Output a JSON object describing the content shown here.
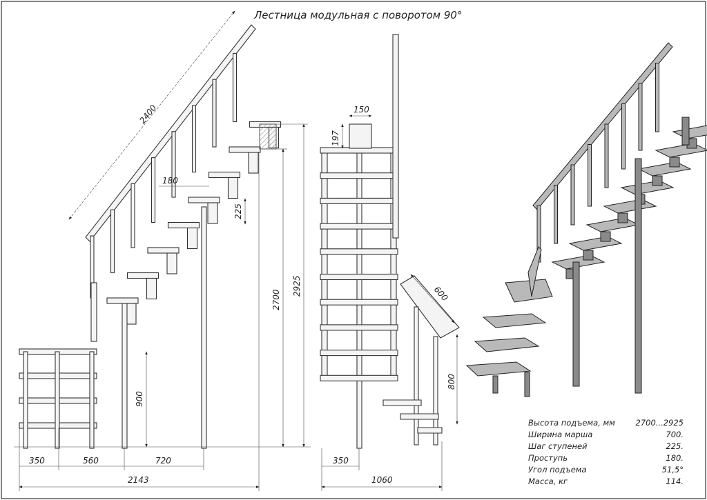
{
  "title": "Лестница модульная с поворотом 90°",
  "side_view": {
    "dims": {
      "rail_length": "2400",
      "tread_depth": "180",
      "step_height": "225",
      "landing_rail_height": "900",
      "height_min": "2700",
      "height_max": "2925",
      "bottom_1": "350",
      "bottom_2": "560",
      "bottom_3": "720",
      "total_length": "2143"
    }
  },
  "front_view": {
    "dims": {
      "plate_width": "150",
      "plate_height": "197",
      "side_rail_length": "600",
      "side_rail_height": "800",
      "offset": "350",
      "total_width": "1060"
    }
  },
  "specs": [
    {
      "label": "Высота подъема, мм",
      "value": "2700...2925"
    },
    {
      "label": "Ширина марша",
      "value": "700."
    },
    {
      "label": "Шаг ступеней",
      "value": "225."
    },
    {
      "label": "Проступь",
      "value": "180."
    },
    {
      "label": "Угол подъема",
      "value": "51,5°"
    },
    {
      "label": "Масса, кг",
      "value": "114."
    }
  ]
}
